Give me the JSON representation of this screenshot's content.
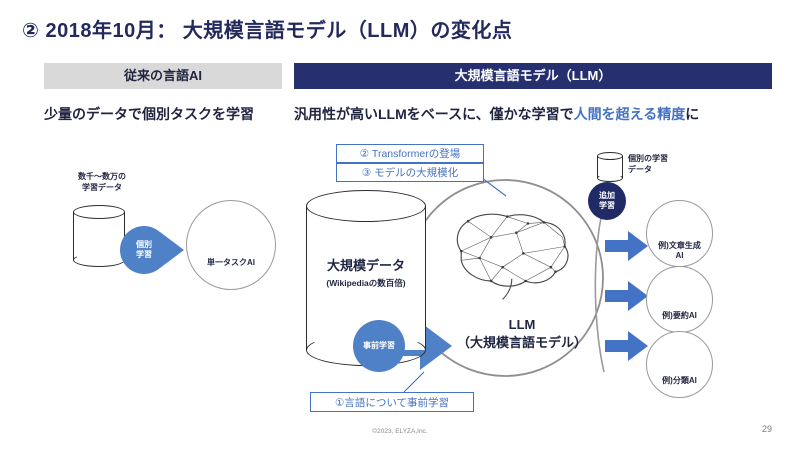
{
  "slide": {
    "title": "② 2018年10月： 大規模言語モデル（LLM）の変化点",
    "page_number": "29",
    "footer": "©2023, ELYZA,Inc.",
    "accent_navy": "#26306f",
    "accent_blue": "#4472c4",
    "arrow_blue": "#4f81c7",
    "gray_bar": "#d9d9d9"
  },
  "legacy": {
    "header": "従来の言語AI",
    "lead": "少量のデータで個別タスクを学習",
    "data_cylinder_label": "数千～数万の\n学習データ",
    "arrow_badge": "個別\n学習",
    "ai_bubble_label": "単一タスクAI"
  },
  "llm": {
    "header": "大規模言語モデル（LLM）",
    "lead_prefix": "汎用性が高いLLMをベースに、僅かな学習で",
    "lead_highlight": "人間を超える精度",
    "lead_suffix": "に",
    "callouts": {
      "transformer": "② Transformerの登場",
      "scaling": "③ モデルの大規模化",
      "pretrain": "①言語について事前学習"
    },
    "big_data_label": "大規模データ",
    "big_data_sub": "(Wikipediaの数百倍)",
    "pretrain_badge": "事前学習",
    "center_label": "LLM\n（大規模言語モデル）",
    "tuning_cylinder_label": "個別の学習\nデータ",
    "tuning_badge": "追加\n学習",
    "downstream": [
      {
        "label": "例)文章生成\nAI"
      },
      {
        "label": "例)要約AI"
      },
      {
        "label": "例)分類AI"
      }
    ]
  },
  "icons": {
    "brain": "brain-icon",
    "cylinder": "database-cylinder-icon",
    "arrow": "right-arrow-icon"
  }
}
